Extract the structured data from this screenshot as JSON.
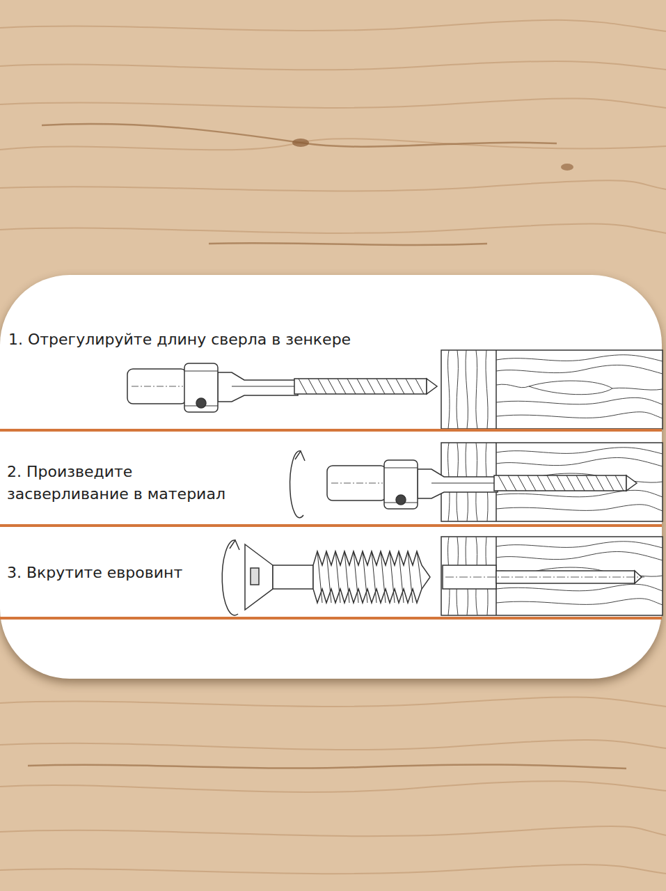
{
  "diagram": {
    "nodes": [
      {
        "text": [
          "1. Отрегулируйте длину сверла в зенкере"
        ]
      },
      {
        "text": [
          "2. Произведите засверливание в материал"
        ]
      },
      {
        "text": [
          "3. Вкрутите евровинт"
        ]
      }
    ]
  }
}
